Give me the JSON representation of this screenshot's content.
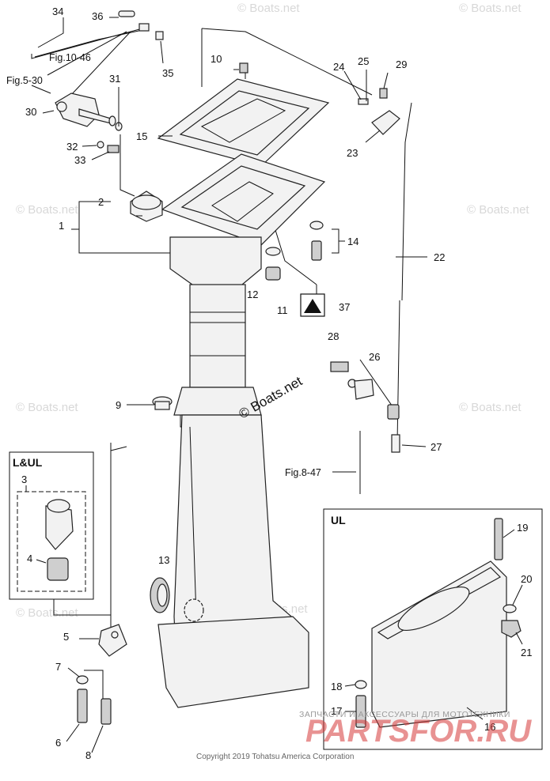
{
  "diagram": {
    "callouts": [
      {
        "id": "c34",
        "text": "34"
      },
      {
        "id": "c36",
        "text": "36"
      },
      {
        "id": "c35",
        "text": "35"
      },
      {
        "id": "c10",
        "text": "10"
      },
      {
        "id": "c24",
        "text": "24"
      },
      {
        "id": "c25",
        "text": "25"
      },
      {
        "id": "c29",
        "text": "29"
      },
      {
        "id": "c31",
        "text": "31"
      },
      {
        "id": "c30",
        "text": "30"
      },
      {
        "id": "c15",
        "text": "15"
      },
      {
        "id": "c32",
        "text": "32"
      },
      {
        "id": "c33",
        "text": "33"
      },
      {
        "id": "c23",
        "text": "23"
      },
      {
        "id": "c2",
        "text": "2"
      },
      {
        "id": "c1",
        "text": "1"
      },
      {
        "id": "c14",
        "text": "14"
      },
      {
        "id": "c22",
        "text": "22"
      },
      {
        "id": "c12",
        "text": "12"
      },
      {
        "id": "c11",
        "text": "11"
      },
      {
        "id": "c37",
        "text": "37"
      },
      {
        "id": "c28",
        "text": "28"
      },
      {
        "id": "c26",
        "text": "26"
      },
      {
        "id": "c9",
        "text": "9"
      },
      {
        "id": "c27",
        "text": "27"
      },
      {
        "id": "c3",
        "text": "3"
      },
      {
        "id": "c4",
        "text": "4"
      },
      {
        "id": "c13",
        "text": "13"
      },
      {
        "id": "c5",
        "text": "5"
      },
      {
        "id": "c7",
        "text": "7"
      },
      {
        "id": "c6",
        "text": "6"
      },
      {
        "id": "c8",
        "text": "8"
      },
      {
        "id": "c19",
        "text": "19"
      },
      {
        "id": "c20",
        "text": "20"
      },
      {
        "id": "c21",
        "text": "21"
      },
      {
        "id": "c18",
        "text": "18"
      },
      {
        "id": "c17",
        "text": "17"
      },
      {
        "id": "c16",
        "text": "16"
      }
    ],
    "references": {
      "fig10": "Fig.10-46",
      "fig5": "Fig.5-30",
      "fig8": "Fig.8-47"
    },
    "boxes": {
      "lul_title": "L&UL",
      "ul_title": "UL"
    },
    "watermark": {
      "main": "© Boats.net",
      "faint": "© Boats.net"
    },
    "footer": {
      "brand": "PARTSFOR.RU",
      "tagline": "ЗАПЧАСТИ И АКСЕССУАРЫ ДЛЯ МОТОТЕХНИКИ",
      "copyright": "Copyright 2019 Tohatsu America Corporation"
    },
    "colors": {
      "brand": "#d63a3a",
      "ink": "#111111",
      "part_fill": "#f2f2f2"
    }
  }
}
